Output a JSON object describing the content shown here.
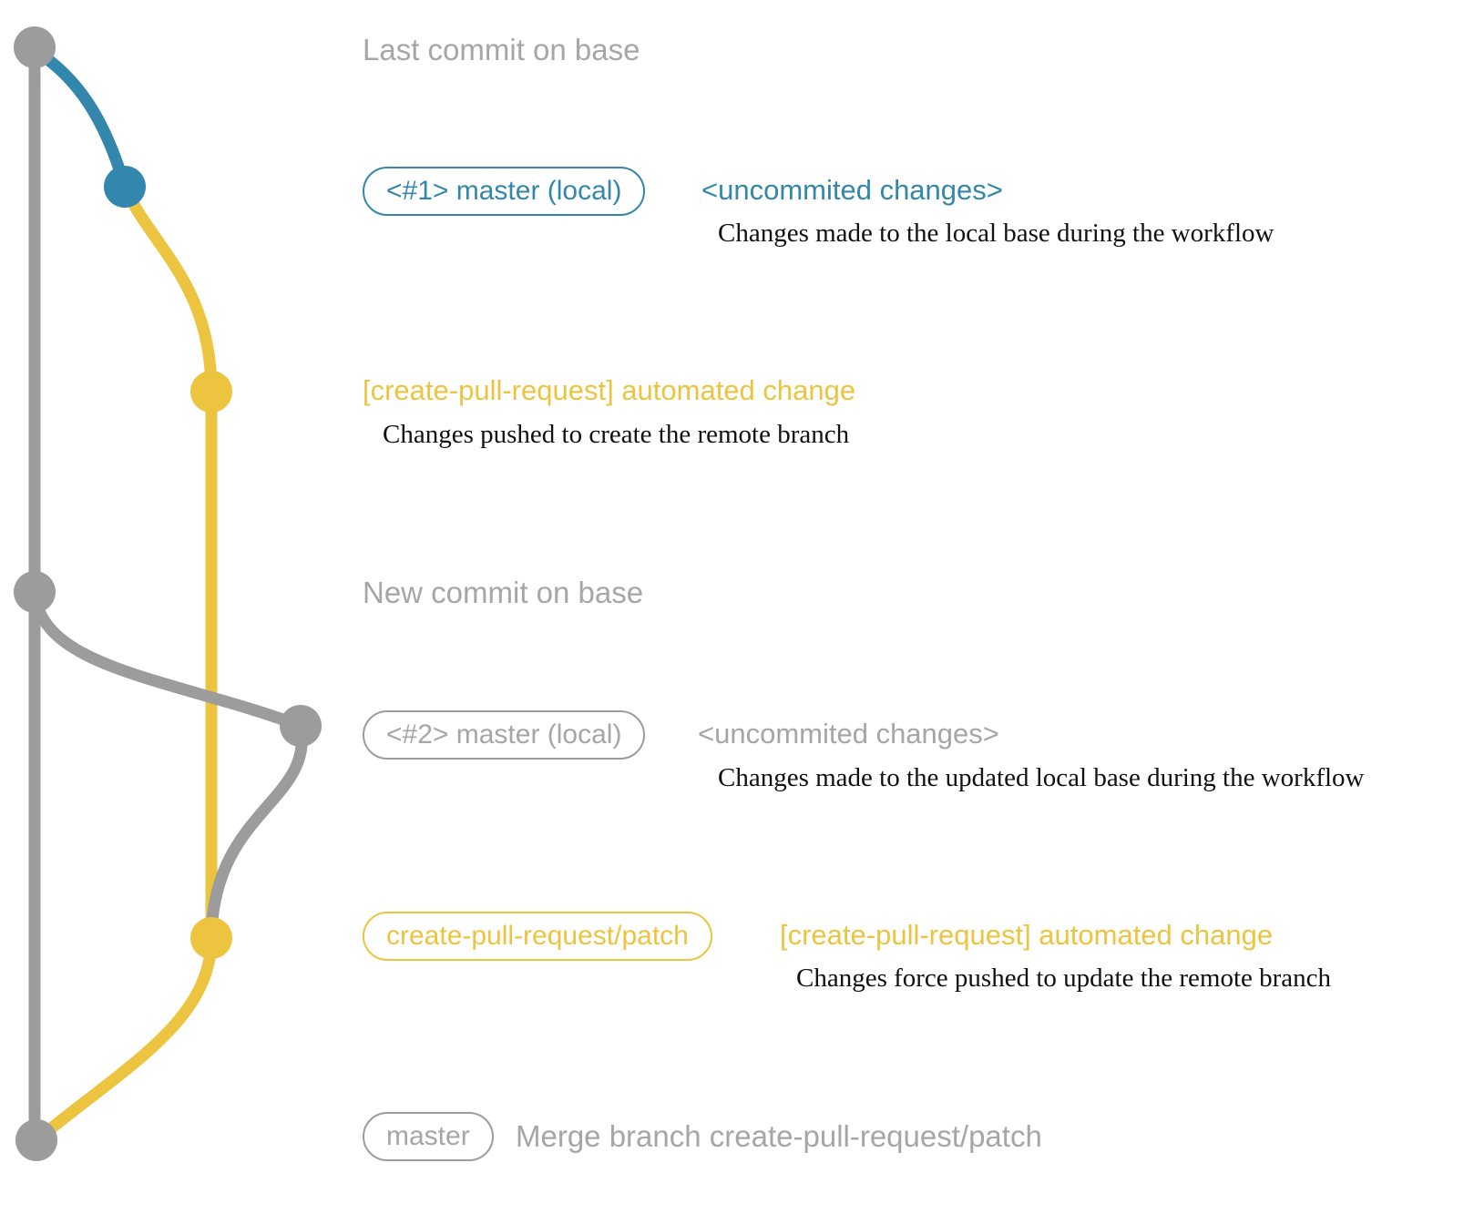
{
  "colors": {
    "gray_line": "#9c9c9c",
    "gray_text": "#a6a6a6",
    "blue": "#3387ad",
    "yellow": "#ecc440",
    "ink": "#111111"
  },
  "annotations": {
    "last_commit_heading": "Last commit on base",
    "new_commit_heading": "New commit on base"
  },
  "rows": {
    "local1": {
      "badge": "<#1> master (local)",
      "title": "<uncommited changes>",
      "desc": "Changes made to the local base during the workflow"
    },
    "push1": {
      "title": "[create-pull-request] automated change",
      "desc": "Changes pushed to create the remote branch"
    },
    "local2": {
      "badge": "<#2> master (local)",
      "title": "<uncommited changes>",
      "desc": "Changes made to the updated local base during the workflow"
    },
    "push2": {
      "badge": "create-pull-request/patch",
      "title": "[create-pull-request] automated change",
      "desc": "Changes force pushed to update the remote branch"
    },
    "merge": {
      "badge": "master",
      "title": "Merge branch create-pull-request/patch"
    }
  }
}
